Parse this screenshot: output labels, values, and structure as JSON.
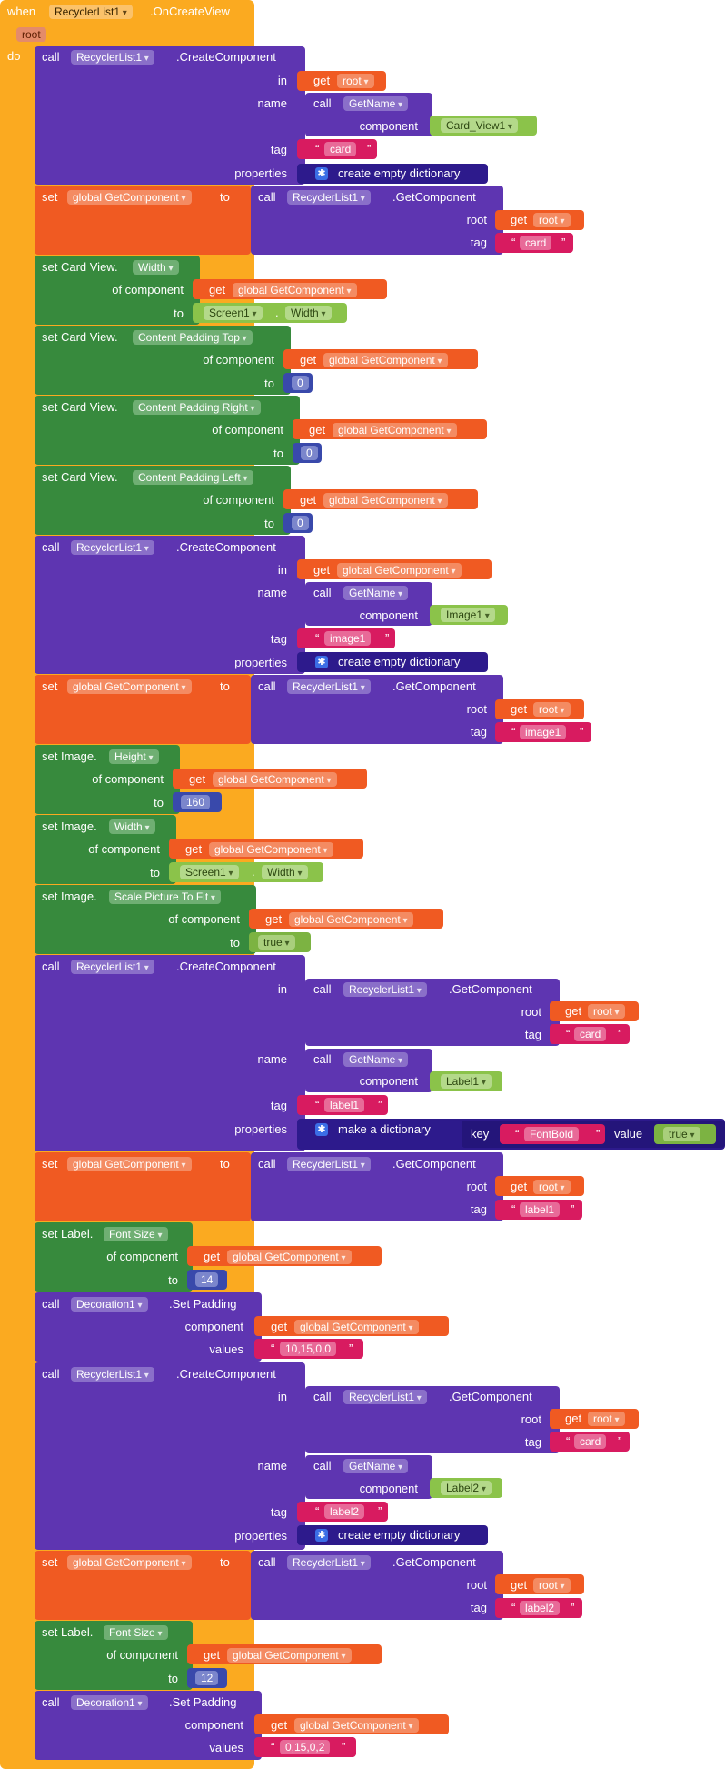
{
  "event": {
    "when_label": "when",
    "component": "RecyclerList1",
    "event_name": ".OnCreateView",
    "param": "root",
    "do_label": "do"
  },
  "blocks": {
    "b1": {
      "call": "call",
      "comp": "RecyclerList1",
      "method": ".CreateComponent",
      "in_label": "in",
      "in_get": "get",
      "in_var": "root",
      "name_label": "name",
      "name_call": "call",
      "name_method": "GetName",
      "component_label": "component",
      "component_value": "Card_View1",
      "tag_label": "tag",
      "tag_value": "card",
      "properties_label": "properties",
      "properties_value": "create empty dictionary"
    },
    "b2": {
      "set": "set",
      "var": "global GetComponent",
      "to": "to",
      "call": "call",
      "comp": "RecyclerList1",
      "method": ".GetComponent",
      "root_label": "root",
      "get": "get",
      "root_var": "root",
      "tag_label": "tag",
      "tag_value": "card"
    },
    "b3": {
      "prefix": "set Card View.",
      "prop": "Width",
      "of_label": "of component",
      "get": "get",
      "var": "global GetComponent",
      "to_label": "to",
      "screen": "Screen1",
      "dot": ".",
      "screen_prop": "Width"
    },
    "b4": {
      "prefix": "set Card View.",
      "prop": "Content Padding Top",
      "of_label": "of component",
      "get": "get",
      "var": "global GetComponent",
      "to_label": "to",
      "value": "0"
    },
    "b5": {
      "prefix": "set Card View.",
      "prop": "Content Padding Right",
      "of_label": "of component",
      "get": "get",
      "var": "global GetComponent",
      "to_label": "to",
      "value": "0"
    },
    "b6": {
      "prefix": "set Card View.",
      "prop": "Content Padding Left",
      "of_label": "of component",
      "get": "get",
      "var": "global GetComponent",
      "to_label": "to",
      "value": "0"
    },
    "b7": {
      "call": "call",
      "comp": "RecyclerList1",
      "method": ".CreateComponent",
      "in_label": "in",
      "in_get": "get",
      "in_var": "global GetComponent",
      "name_label": "name",
      "name_call": "call",
      "name_method": "GetName",
      "component_label": "component",
      "component_value": "Image1",
      "tag_label": "tag",
      "tag_value": "image1",
      "properties_label": "properties",
      "properties_value": "create empty dictionary"
    },
    "b8": {
      "set": "set",
      "var": "global GetComponent",
      "to": "to",
      "call": "call",
      "comp": "RecyclerList1",
      "method": ".GetComponent",
      "root_label": "root",
      "get": "get",
      "root_var": "root",
      "tag_label": "tag",
      "tag_value": "image1"
    },
    "b9": {
      "prefix": "set Image.",
      "prop": "Height",
      "of_label": "of component",
      "get": "get",
      "var": "global GetComponent",
      "to_label": "to",
      "value": "160"
    },
    "b10": {
      "prefix": "set Image.",
      "prop": "Width",
      "of_label": "of component",
      "get": "get",
      "var": "global GetComponent",
      "to_label": "to",
      "screen": "Screen1",
      "dot": ".",
      "screen_prop": "Width"
    },
    "b11": {
      "prefix": "set Image.",
      "prop": "Scale Picture To Fit",
      "of_label": "of component",
      "get": "get",
      "var": "global GetComponent",
      "to_label": "to",
      "value": "true"
    },
    "b12": {
      "call": "call",
      "comp": "RecyclerList1",
      "method": ".CreateComponent",
      "in_label": "in",
      "in_call": "call",
      "in_comp": "RecyclerList1",
      "in_method": ".GetComponent",
      "in_root_label": "root",
      "in_get": "get",
      "in_root_var": "root",
      "in_tag_label": "tag",
      "in_tag_value": "card",
      "name_label": "name",
      "name_call": "call",
      "name_method": "GetName",
      "component_label": "component",
      "component_value": "Label1",
      "tag_label": "tag",
      "tag_value": "label1",
      "properties_label": "properties",
      "properties_value": "make a dictionary",
      "key_label": "key",
      "key_value": "FontBold",
      "value_label": "value",
      "value_value": "true"
    },
    "b13": {
      "set": "set",
      "var": "global GetComponent",
      "to": "to",
      "call": "call",
      "comp": "RecyclerList1",
      "method": ".GetComponent",
      "root_label": "root",
      "get": "get",
      "root_var": "root",
      "tag_label": "tag",
      "tag_value": "label1"
    },
    "b14": {
      "prefix": "set Label.",
      "prop": "Font Size",
      "of_label": "of component",
      "get": "get",
      "var": "global GetComponent",
      "to_label": "to",
      "value": "14"
    },
    "b15": {
      "call": "call",
      "comp": "Decoration1",
      "method": ".Set Padding",
      "component_label": "component",
      "get": "get",
      "var": "global GetComponent",
      "values_label": "values",
      "values_value": "10,15,0,0"
    },
    "b16": {
      "call": "call",
      "comp": "RecyclerList1",
      "method": ".CreateComponent",
      "in_label": "in",
      "in_call": "call",
      "in_comp": "RecyclerList1",
      "in_method": ".GetComponent",
      "in_root_label": "root",
      "in_get": "get",
      "in_root_var": "root",
      "in_tag_label": "tag",
      "in_tag_value": "card",
      "name_label": "name",
      "name_call": "call",
      "name_method": "GetName",
      "component_label": "component",
      "component_value": "Label2",
      "tag_label": "tag",
      "tag_value": "label2",
      "properties_label": "properties",
      "properties_value": "create empty dictionary"
    },
    "b17": {
      "set": "set",
      "var": "global GetComponent",
      "to": "to",
      "call": "call",
      "comp": "RecyclerList1",
      "method": ".GetComponent",
      "root_label": "root",
      "get": "get",
      "root_var": "root",
      "tag_label": "tag",
      "tag_value": "label2"
    },
    "b18": {
      "prefix": "set Label.",
      "prop": "Font Size",
      "of_label": "of component",
      "get": "get",
      "var": "global GetComponent",
      "to_label": "to",
      "value": "12"
    },
    "b19": {
      "call": "call",
      "comp": "Decoration1",
      "method": ".Set Padding",
      "component_label": "component",
      "get": "get",
      "var": "global GetComponent",
      "values_label": "values",
      "values_value": "0,15,0,2"
    }
  },
  "quote": "“",
  "quote_close": "”",
  "colors": {
    "event": "#FBAA20",
    "call": "#5E35B1",
    "set_global": "#F05A22",
    "set_property": "#378A3D",
    "text": "#D81B60",
    "number": "#3949AB",
    "dictionary": "#2D1A8C",
    "component": "#8BC34A"
  }
}
